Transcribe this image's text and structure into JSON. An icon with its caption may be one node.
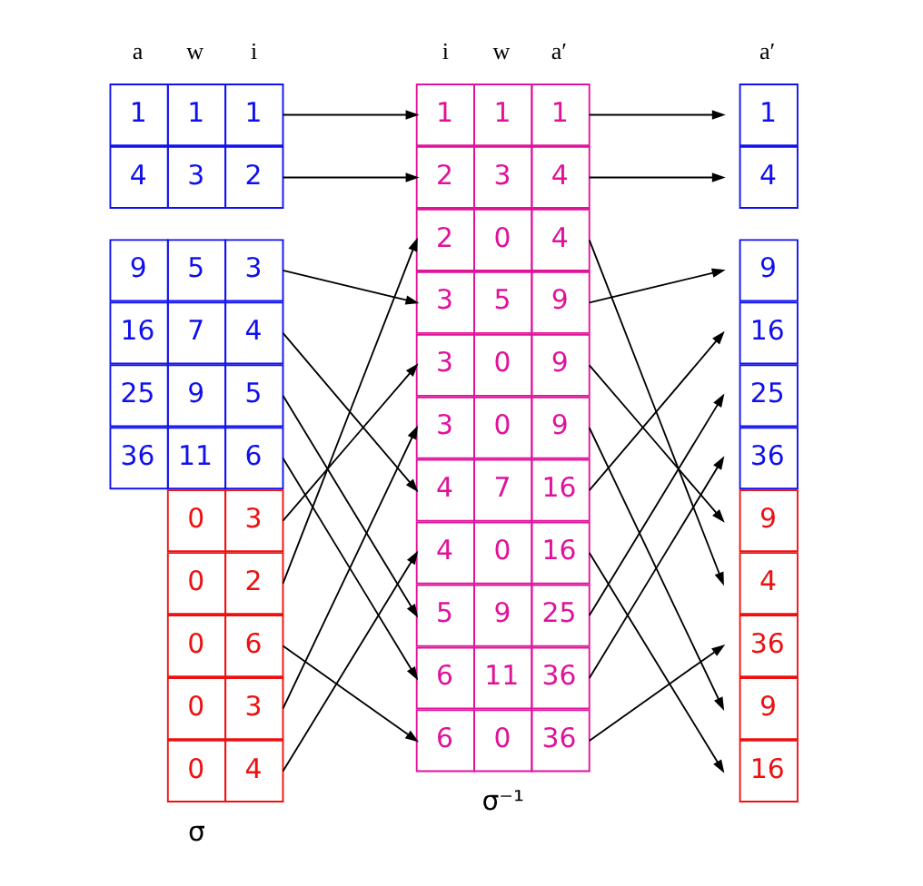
{
  "diagram": {
    "nodes": [
      {
        "text": [
          "1",
          "1",
          "1"
        ]
      },
      {
        "text": [
          "4",
          "3",
          "2"
        ]
      },
      {
        "text": [
          "9",
          "5",
          "3"
        ]
      },
      {
        "text": [
          "16",
          "7",
          "4"
        ]
      },
      {
        "text": [
          "25",
          "9",
          "5"
        ]
      },
      {
        "text": [
          "36",
          "11",
          "6"
        ]
      },
      {
        "text": [
          "0",
          "3"
        ]
      },
      {
        "text": [
          "0",
          "2"
        ]
      },
      {
        "text": [
          "0",
          "6"
        ]
      },
      {
        "text": [
          "0",
          "3"
        ]
      },
      {
        "text": [
          "0",
          "4"
        ]
      },
      {
        "text": [
          "1",
          "1",
          "1"
        ]
      },
      {
        "text": [
          "2",
          "3",
          "4"
        ]
      },
      {
        "text": [
          "2",
          "0",
          "4"
        ]
      },
      {
        "text": [
          "3",
          "5",
          "9"
        ]
      },
      {
        "text": [
          "3",
          "0",
          "9"
        ]
      },
      {
        "text": [
          "3",
          "0",
          "9"
        ]
      },
      {
        "text": [
          "4",
          "7",
          "16"
        ]
      },
      {
        "text": [
          "4",
          "0",
          "16"
        ]
      },
      {
        "text": [
          "5",
          "9",
          "25"
        ]
      },
      {
        "text": [
          "6",
          "11",
          "36"
        ]
      },
      {
        "text": [
          "6",
          "0",
          "36"
        ]
      },
      {
        "text": [
          "1"
        ]
      },
      {
        "text": [
          "4"
        ]
      },
      {
        "text": [
          "9"
        ]
      },
      {
        "text": [
          "16"
        ]
      },
      {
        "text": [
          "25"
        ]
      },
      {
        "text": [
          "36"
        ]
      },
      {
        "text": [
          "9"
        ]
      },
      {
        "text": [
          "4"
        ]
      },
      {
        "text": [
          "36"
        ]
      },
      {
        "text": [
          "9"
        ]
      },
      {
        "text": [
          "16"
        ]
      }
    ],
    "edges": [
      {
        "from": 0,
        "to": 11,
        "arrow": "to"
      },
      {
        "from": 1,
        "to": 12,
        "arrow": "to"
      },
      {
        "from": 2,
        "to": 14,
        "arrow": "to"
      },
      {
        "from": 3,
        "to": 17,
        "arrow": "to"
      },
      {
        "from": 4,
        "to": 19,
        "arrow": "to"
      },
      {
        "from": 5,
        "to": 20,
        "arrow": "to"
      },
      {
        "from": 6,
        "to": 15,
        "arrow": "to"
      },
      {
        "from": 7,
        "to": 13,
        "arrow": "to"
      },
      {
        "from": 8,
        "to": 21,
        "arrow": "to"
      },
      {
        "from": 9,
        "to": 16,
        "arrow": "to"
      },
      {
        "from": 10,
        "to": 18,
        "arrow": "to"
      },
      {
        "from": 11,
        "to": 22,
        "arrow": "to"
      },
      {
        "from": 12,
        "to": 23,
        "arrow": "to"
      },
      {
        "from": 13,
        "to": 29,
        "arrow": "to"
      },
      {
        "from": 14,
        "to": 24,
        "arrow": "to"
      },
      {
        "from": 15,
        "to": 28,
        "arrow": "to"
      },
      {
        "from": 16,
        "to": 31,
        "arrow": "to"
      },
      {
        "from": 17,
        "to": 25,
        "arrow": "to"
      },
      {
        "from": 18,
        "to": 32,
        "arrow": "to"
      },
      {
        "from": 19,
        "to": 26,
        "arrow": "to"
      },
      {
        "from": 20,
        "to": 27,
        "arrow": "to"
      },
      {
        "from": 21,
        "to": 30,
        "arrow": "to"
      }
    ],
    "labels": [
      "a",
      "w",
      "i",
      "i",
      "w",
      "a′",
      "a′",
      "σ",
      "σ⁻¹"
    ]
  }
}
